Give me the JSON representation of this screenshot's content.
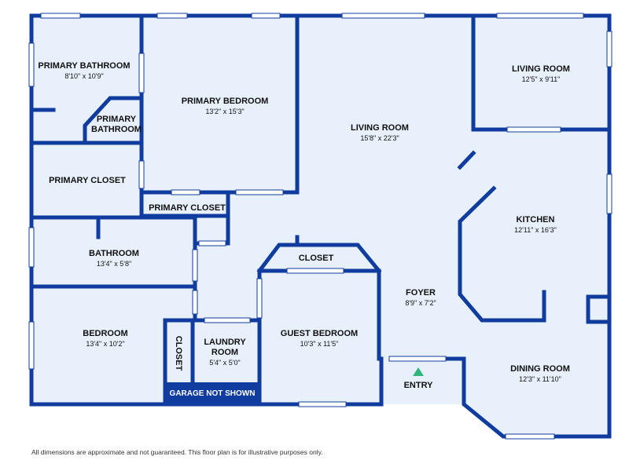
{
  "colors": {
    "wall": "#0f3c9e",
    "floor": "#e8f1fb",
    "window": "#ffffff",
    "badge": "#0f3c9e",
    "entry_marker": "#2fb57a"
  },
  "rooms": {
    "primary_bathroom": {
      "name": "PRIMARY BATHROOM",
      "dims": "8'10\" x 10'9\""
    },
    "primary_bathroom_2": {
      "name_line1": "PRIMARY",
      "name_line2": "BATHROOM"
    },
    "primary_bedroom": {
      "name": "PRIMARY BEDROOM",
      "dims": "13'2\" x 15'3\""
    },
    "living_room_main": {
      "name": "LIVING ROOM",
      "dims": "15'8\" x 22'3\""
    },
    "living_room_2": {
      "name": "LIVING ROOM",
      "dims": "12'5\" x 9'11\""
    },
    "primary_closet_1": {
      "name": "PRIMARY CLOSET"
    },
    "primary_closet_2": {
      "name": "PRIMARY CLOSET"
    },
    "kitchen": {
      "name": "KITCHEN",
      "dims": "12'11\" x 16'3\""
    },
    "bathroom": {
      "name": "BATHROOM",
      "dims": "13'4\" x 5'8\""
    },
    "closet_top": {
      "name": "CLOSET"
    },
    "foyer": {
      "name": "FOYER",
      "dims": "8'9\" x 7'2\""
    },
    "bedroom": {
      "name": "BEDROOM",
      "dims": "13'4\" x 10'2\""
    },
    "closet_vertical": {
      "name": "CLOSET"
    },
    "laundry_room": {
      "name_line1": "LAUNDRY",
      "name_line2": "ROOM",
      "dims": "5'4\" x 5'0\""
    },
    "guest_bedroom": {
      "name": "GUEST BEDROOM",
      "dims": "10'3\" x 11'5\""
    },
    "dining_room": {
      "name": "DINING ROOM",
      "dims": "12'3\" x 11'10\""
    }
  },
  "badges": {
    "garage": "GARAGE NOT SHOWN",
    "entry": "ENTRY"
  },
  "footer": {
    "disclaimer": "All dimensions are approximate and not guaranteed. This floor plan is for illustrative purposes only."
  }
}
